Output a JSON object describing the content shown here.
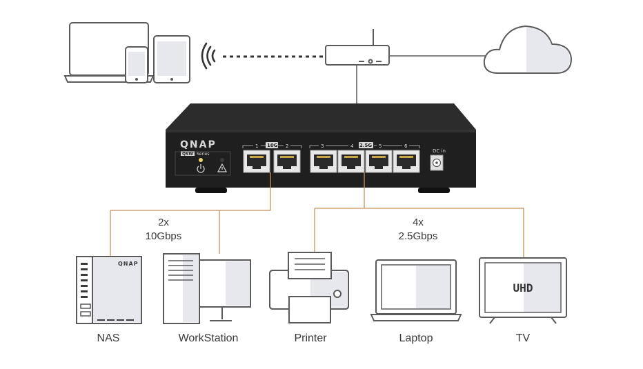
{
  "switch": {
    "brand": "QNAP",
    "series_badge": "QSW",
    "series_text": "Series",
    "port_labels": [
      "1",
      "2",
      "3",
      "4",
      "5",
      "6"
    ],
    "speed_badge_10g": "10G",
    "speed_badge_25g": "2.5G",
    "dc_label": "DC in"
  },
  "groups": {
    "ten_g": {
      "count": "2x",
      "speed": "10Gbps"
    },
    "two_five_g": {
      "count": "4x",
      "speed": "2.5Gbps"
    }
  },
  "devices": {
    "nas": {
      "label": "NAS",
      "logo": "QNAP"
    },
    "workstation": {
      "label": "WorkStation"
    },
    "printer": {
      "label": "Printer"
    },
    "laptop": {
      "label": "Laptop"
    },
    "tv": {
      "label": "TV",
      "screen_text": "UHD"
    }
  },
  "colors": {
    "link_line": "#c9915a",
    "outline": "#5a5a5a",
    "switch_body": "#1f1f1f"
  },
  "icons": [
    "laptop-icon",
    "phone-icon",
    "tablet-icon",
    "wifi-icon",
    "router-icon",
    "cloud-icon"
  ]
}
